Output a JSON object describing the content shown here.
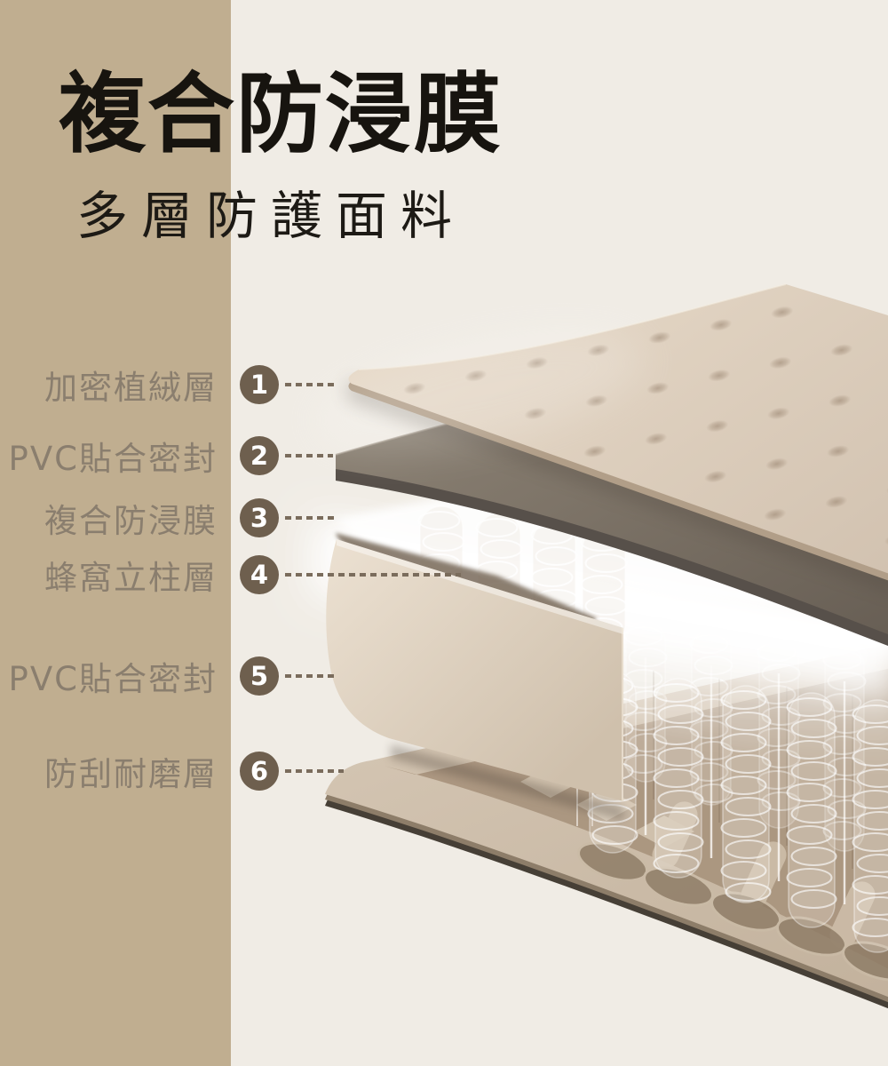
{
  "header": {
    "title": "複合防浸膜",
    "subtitle": "多層防護面料"
  },
  "callouts": [
    {
      "num": "1",
      "label": "加密植絨層"
    },
    {
      "num": "2",
      "label": "PVC貼合密封"
    },
    {
      "num": "3",
      "label": "複合防浸膜"
    },
    {
      "num": "4",
      "label": "蜂窩立柱層"
    },
    {
      "num": "5",
      "label": "PVC貼合密封"
    },
    {
      "num": "6",
      "label": "防刮耐磨層"
    }
  ],
  "colors": {
    "background": "#f0ece5",
    "stripe": "#c0ae90",
    "label_text": "#8a7e6e",
    "badge_fill": "#6e5f4e",
    "badge_text": "#ffffff",
    "dash_line": "#7a6c5c",
    "title_text": "#17140f"
  }
}
